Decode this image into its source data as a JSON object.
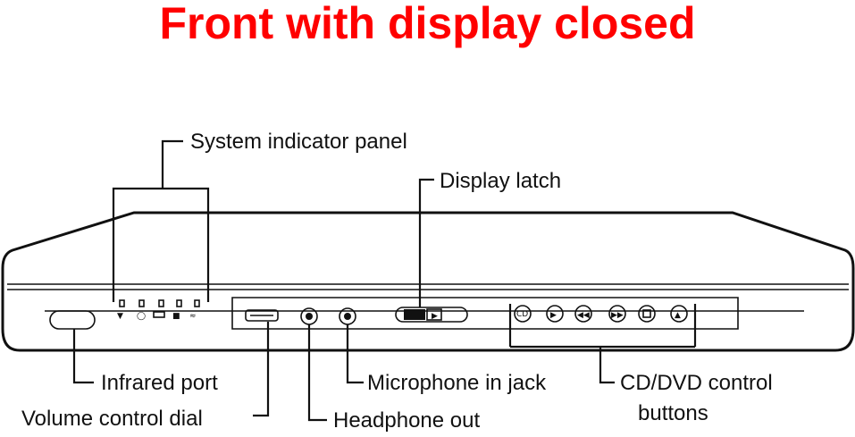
{
  "title": "Front with display closed",
  "labels": {
    "system_indicator_panel": "System indicator panel",
    "display_latch": "Display latch",
    "infrared_port": "Infrared port",
    "volume_control_dial": "Volume control dial",
    "microphone_in_jack": "Microphone in jack",
    "headphone_out": "Headphone out",
    "cd_dvd_control_line1": "CD/DVD control",
    "cd_dvd_control_line2": "buttons"
  },
  "colors": {
    "title": "#ff0000",
    "line": "#111111"
  },
  "cd_button_icons": [
    "cd-mode-icon",
    "play-pause-icon",
    "previous-track-icon",
    "next-track-icon",
    "stop-icon",
    "eject-icon"
  ]
}
